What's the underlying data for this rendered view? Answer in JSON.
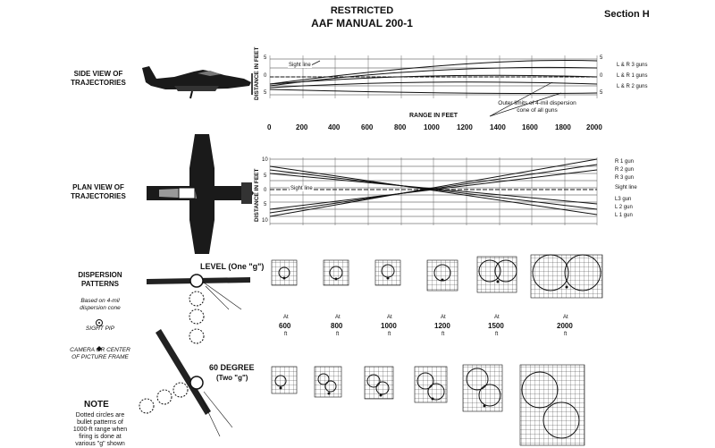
{
  "header": {
    "restricted": "RESTRICTED",
    "manual": "AAF MANUAL 200-1",
    "section": "Section H"
  },
  "side_view": {
    "title_line1": "SIDE VIEW OF",
    "title_line2": "TRAJECTORIES",
    "y_axis_label": "DISTANCE IN FEET",
    "y_ticks": [
      "5",
      "0",
      "5"
    ],
    "sight_line_label": "Sight line",
    "gun_labels": [
      "L & R 3 guns",
      "L & R 1 guns",
      "L & R 2 guns"
    ],
    "right_ticks": [
      "5",
      "0",
      "5"
    ],
    "outer_limits_line1": "Outer limits of 4-mil dispersion",
    "outer_limits_line2": "cone of all guns"
  },
  "range_axis": {
    "title": "RANGE IN FEET",
    "ticks": [
      "0",
      "200",
      "400",
      "600",
      "800",
      "1000",
      "1200",
      "1400",
      "1600",
      "1800",
      "2000"
    ]
  },
  "plan_view": {
    "title_line1": "PLAN VIEW OF",
    "title_line2": "TRAJECTORIES",
    "y_axis_label": "DISTANCE IN FEET",
    "y_ticks": [
      "10",
      "5",
      "0",
      "5",
      "10"
    ],
    "sight_line_label": "Sight line",
    "gun_labels": [
      "R 1 gun",
      "R 2 gun",
      "R 3 gun",
      "Sight line",
      "L3 gun",
      "L 2 gun",
      "L 1 gun"
    ]
  },
  "dispersion": {
    "title_line1": "DISPERSION",
    "title_line2": "PATTERNS",
    "subtitle": "Based on 4-mil dispersion cone",
    "sight_pip": "SIGHT PIP",
    "camera_label": "CAMERA OR CENTER OF PICTURE FRAME",
    "level_label": "LEVEL (One \"g\")",
    "degree_label": "60 DEGREE",
    "degree_sub": "(Two \"g\")",
    "at_word": "At",
    "ft_word": "ft",
    "ranges": [
      "600",
      "800",
      "1000",
      "1200",
      "1500",
      "2000"
    ]
  },
  "note": {
    "title": "NOTE",
    "lines": [
      "Dotted circles are",
      "bullet patterns of",
      "1000-ft range when",
      "firing is done at",
      "various \"g\" shown"
    ]
  }
}
